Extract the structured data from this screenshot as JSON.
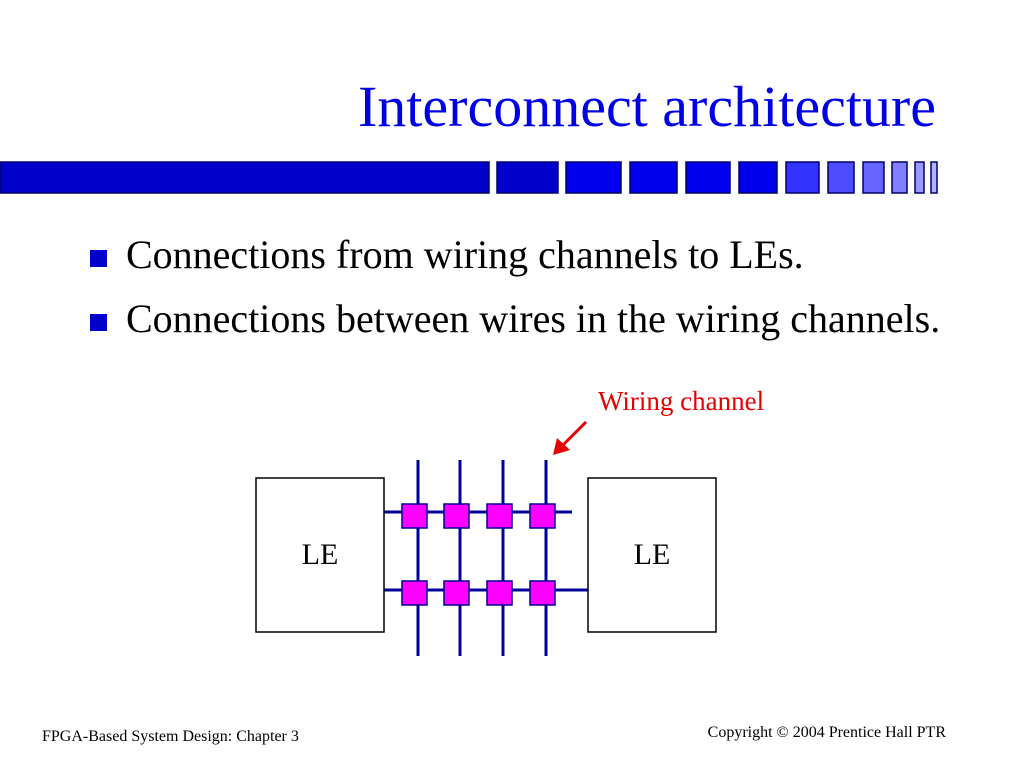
{
  "slide": {
    "title": "Interconnect architecture",
    "bullets": [
      {
        "text": "Connections from wiring channels to LEs."
      },
      {
        "text": "Connections between wires in the wiring channels."
      }
    ]
  },
  "diagram": {
    "callout_label": "Wiring channel",
    "left_block_label": "LE",
    "right_block_label": "LE",
    "vertical_wire_count": 4,
    "horizontal_wire_count": 2,
    "colors": {
      "wire": "#000099",
      "switch": "#ff00ff",
      "callout": "#e60000",
      "block_border": "#000000"
    }
  },
  "footer": {
    "left": "FPGA-Based System Design: Chapter 3",
    "right": "Copyright © 2004 Prentice Hall PTR"
  },
  "colors": {
    "title": "#0000e6",
    "bar_dark": "#0000cc",
    "bar_light": "#6666ff",
    "bullet_marker": "#0000cc"
  }
}
